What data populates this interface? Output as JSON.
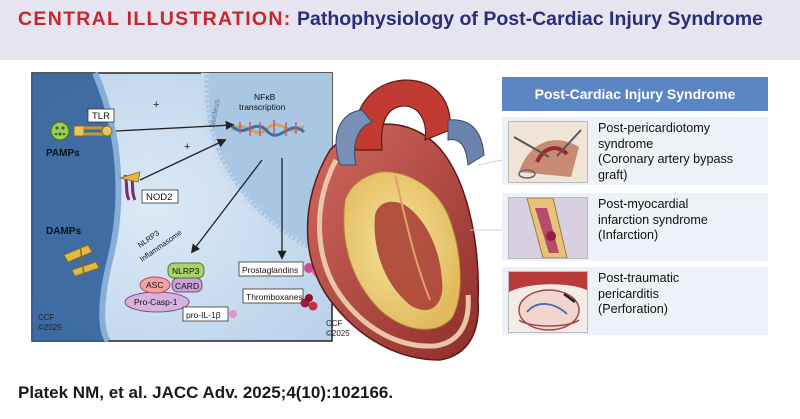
{
  "header": {
    "label": "CENTRAL ILLUSTRATION:",
    "title": "Pathophysiology of Post-Cardiac Injury Syndrome"
  },
  "diagram": {
    "receptors": {
      "tlr": "TLR",
      "nod2": "NOD2",
      "pamps": "PAMPs",
      "damps": "DAMPs"
    },
    "plus_signs": [
      "+",
      "+"
    ],
    "nucleus": {
      "label": "Nucleus",
      "transcription_line1": "NFκB",
      "transcription_line2": "transcription"
    },
    "inflammasome": {
      "title_line1": "NLRP3",
      "title_line2": "Inflammasome",
      "nlrp3": "NLRP3",
      "asc": "ASC",
      "card": "CARD",
      "pro_casp": "Pro-Casp-1"
    },
    "products": {
      "pro_il": "pro-IL-1β",
      "prostaglandins": "Prostaglandins",
      "thromboxanes": "Thromboxanes"
    },
    "copyright": {
      "left_line1": "CCF",
      "left_line2": "©2025",
      "right_line1": "CCF",
      "right_line2": "©2025"
    }
  },
  "panel": {
    "title": "Post-Cardiac Injury Syndrome",
    "items": [
      {
        "line1": "Post-pericardiotomy",
        "line2": "syndrome",
        "line3": "(Coronary artery bypass",
        "line4": "graft)"
      },
      {
        "line1": "Post-myocardial",
        "line2": "infarction syndrome",
        "line3": "(Infarction)"
      },
      {
        "line1": "Post-traumatic",
        "line2": "pericarditis",
        "line3": "(Perforation)"
      }
    ]
  },
  "citation": "Platek NM, et al. JACC Adv. 2025;4(10):102166.",
  "colors": {
    "header_bg": "#e6e5ef",
    "label_red": "#c8262e",
    "title_navy": "#2b2d7c",
    "panel_title_bg": "#5b86c3",
    "panel_item_bg": "#edf1f8",
    "cell_bg": "#cddff0",
    "membrane": "#3d6fa8"
  }
}
